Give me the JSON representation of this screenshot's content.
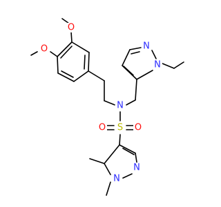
{
  "molecule": {
    "colors": {
      "carbon_bond": "#000000",
      "nitrogen": "#2d2dff",
      "oxygen": "#ff0d0d",
      "sulfur": "#b8b800"
    },
    "atoms": {
      "o_methoxy_top": "O",
      "o_methoxy_left": "O",
      "n_pyrazole_upper_1": "N",
      "n_pyrazole_upper_2": "N",
      "n_sulfonamide": "N",
      "s_sulfonyl": "S",
      "o_sulfonyl_left": "O",
      "o_sulfonyl_right": "O",
      "n_pyrazole_lower_1": "N",
      "n_pyrazole_lower_2": "N"
    }
  }
}
